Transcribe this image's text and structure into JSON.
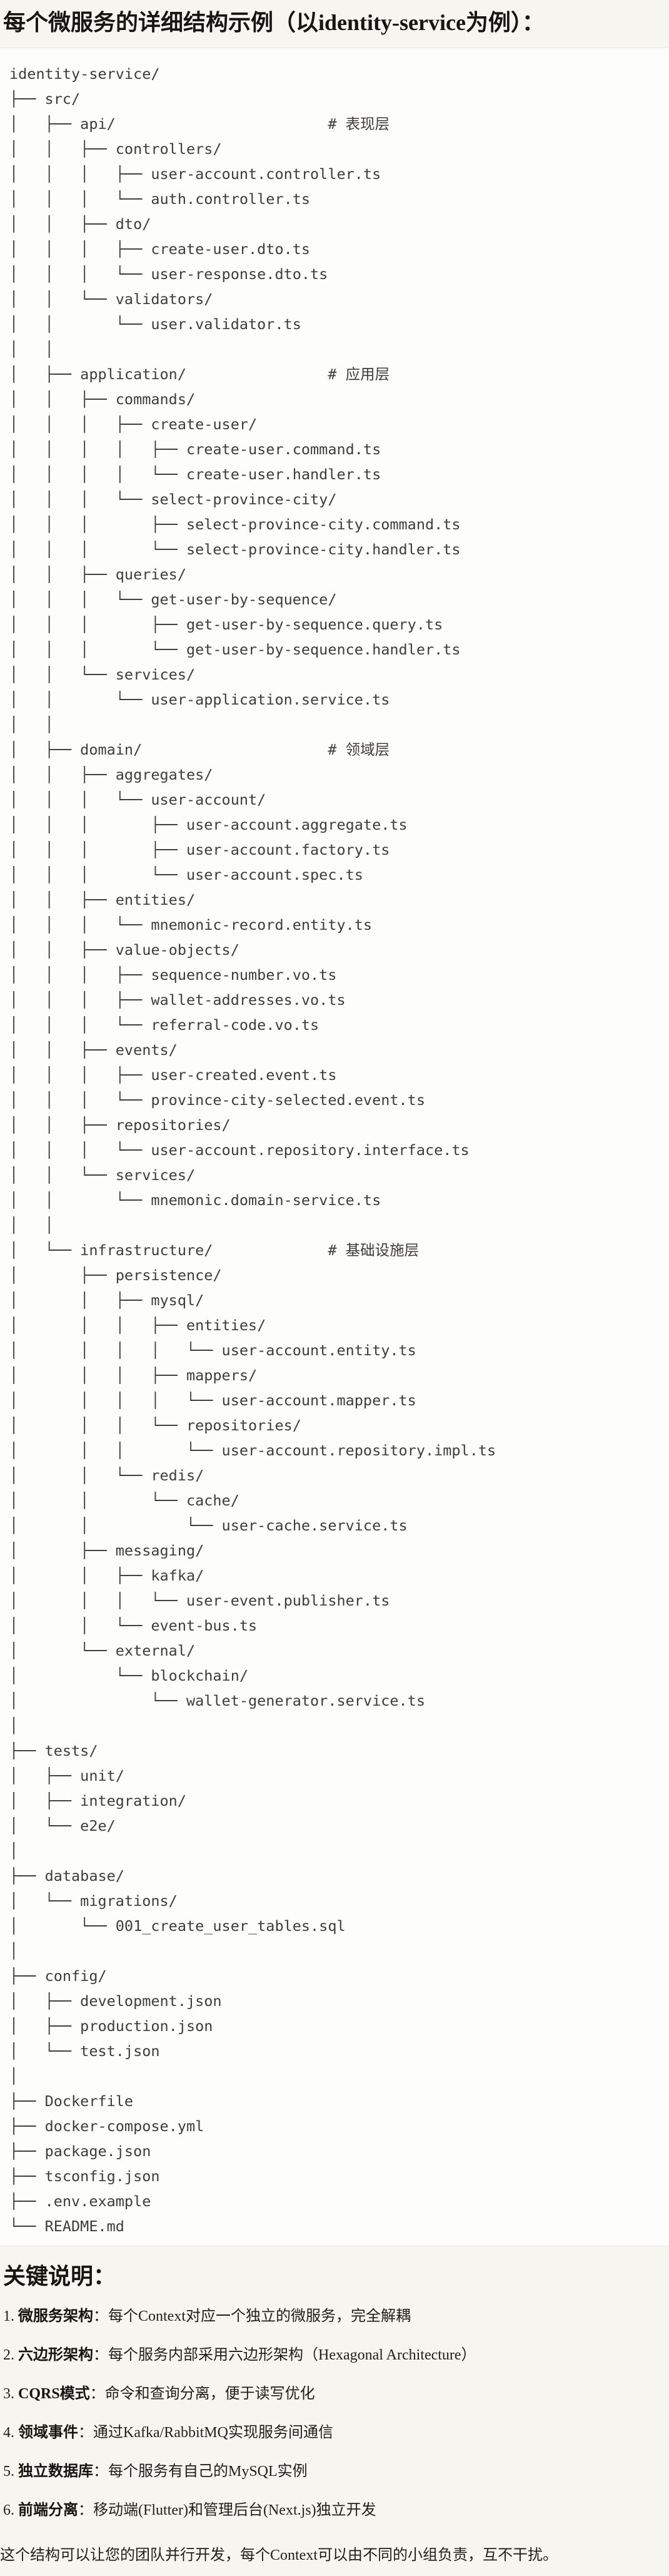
{
  "page": {
    "title": "每个微服务的详细结构示例（以identity-service为例）：",
    "tree_lines": [
      "identity-service/",
      "├── src/",
      "│   ├── api/                        # 表现层",
      "│   │   ├── controllers/",
      "│   │   │   ├── user-account.controller.ts",
      "│   │   │   └── auth.controller.ts",
      "│   │   ├── dto/",
      "│   │   │   ├── create-user.dto.ts",
      "│   │   │   └── user-response.dto.ts",
      "│   │   └── validators/",
      "│   │       └── user.validator.ts",
      "│   │",
      "│   ├── application/                # 应用层",
      "│   │   ├── commands/",
      "│   │   │   ├── create-user/",
      "│   │   │   │   ├── create-user.command.ts",
      "│   │   │   │   └── create-user.handler.ts",
      "│   │   │   └── select-province-city/",
      "│   │   │       ├── select-province-city.command.ts",
      "│   │   │       └── select-province-city.handler.ts",
      "│   │   ├── queries/",
      "│   │   │   └── get-user-by-sequence/",
      "│   │   │       ├── get-user-by-sequence.query.ts",
      "│   │   │       └── get-user-by-sequence.handler.ts",
      "│   │   └── services/",
      "│   │       └── user-application.service.ts",
      "│   │",
      "│   ├── domain/                     # 领域层",
      "│   │   ├── aggregates/",
      "│   │   │   └── user-account/",
      "│   │   │       ├── user-account.aggregate.ts",
      "│   │   │       ├── user-account.factory.ts",
      "│   │   │       └── user-account.spec.ts",
      "│   │   ├── entities/",
      "│   │   │   └── mnemonic-record.entity.ts",
      "│   │   ├── value-objects/",
      "│   │   │   ├── sequence-number.vo.ts",
      "│   │   │   ├── wallet-addresses.vo.ts",
      "│   │   │   └── referral-code.vo.ts",
      "│   │   ├── events/",
      "│   │   │   ├── user-created.event.ts",
      "│   │   │   └── province-city-selected.event.ts",
      "│   │   ├── repositories/",
      "│   │   │   └── user-account.repository.interface.ts",
      "│   │   └── services/",
      "│   │       └── mnemonic.domain-service.ts",
      "│   │",
      "│   └── infrastructure/             # 基础设施层",
      "│       ├── persistence/",
      "│       │   ├── mysql/",
      "│       │   │   ├── entities/",
      "│       │   │   │   └── user-account.entity.ts",
      "│       │   │   ├── mappers/",
      "│       │   │   │   └── user-account.mapper.ts",
      "│       │   │   └── repositories/",
      "│       │   │       └── user-account.repository.impl.ts",
      "│       │   └── redis/",
      "│       │       └── cache/",
      "│       │           └── user-cache.service.ts",
      "│       ├── messaging/",
      "│       │   ├── kafka/",
      "│       │   │   └── user-event.publisher.ts",
      "│       │   └── event-bus.ts",
      "│       └── external/",
      "│           └── blockchain/",
      "│               └── wallet-generator.service.ts",
      "│",
      "├── tests/",
      "│   ├── unit/",
      "│   ├── integration/",
      "│   └── e2e/",
      "│",
      "├── database/",
      "│   └── migrations/",
      "│       └── 001_create_user_tables.sql",
      "│",
      "├── config/",
      "│   ├── development.json",
      "│   ├── production.json",
      "│   └── test.json",
      "│",
      "├── Dockerfile",
      "├── docker-compose.yml",
      "├── package.json",
      "├── tsconfig.json",
      "├── .env.example",
      "└── README.md"
    ],
    "notes": {
      "heading": "关键说明：",
      "items": [
        {
          "num": "1.",
          "term": "微服务架构",
          "rest": "：每个Context对应一个独立的微服务，完全解耦"
        },
        {
          "num": "2.",
          "term": "六边形架构",
          "rest": "：每个服务内部采用六边形架构（Hexagonal Architecture）"
        },
        {
          "num": "3.",
          "term": "CQRS模式",
          "rest": "：命令和查询分离，便于读写优化"
        },
        {
          "num": "4.",
          "term": "领域事件",
          "rest": "：通过Kafka/RabbitMQ实现服务间通信"
        },
        {
          "num": "5.",
          "term": "独立数据库",
          "rest": "：每个服务有自己的MySQL实例"
        },
        {
          "num": "6.",
          "term": "前端分离",
          "rest": "：移动端(Flutter)和管理后台(Next.js)独立开发"
        }
      ]
    },
    "summary": "这个结构可以让您的团队并行开发，每个Context可以由不同的小组负责，互不干扰。"
  },
  "colors": {
    "page_background": "#f7f5ef",
    "code_background": "#fdfdfb",
    "code_border": "#e7e4dd",
    "tree_text": "#3e3d3a",
    "heading_text": "#161512"
  }
}
